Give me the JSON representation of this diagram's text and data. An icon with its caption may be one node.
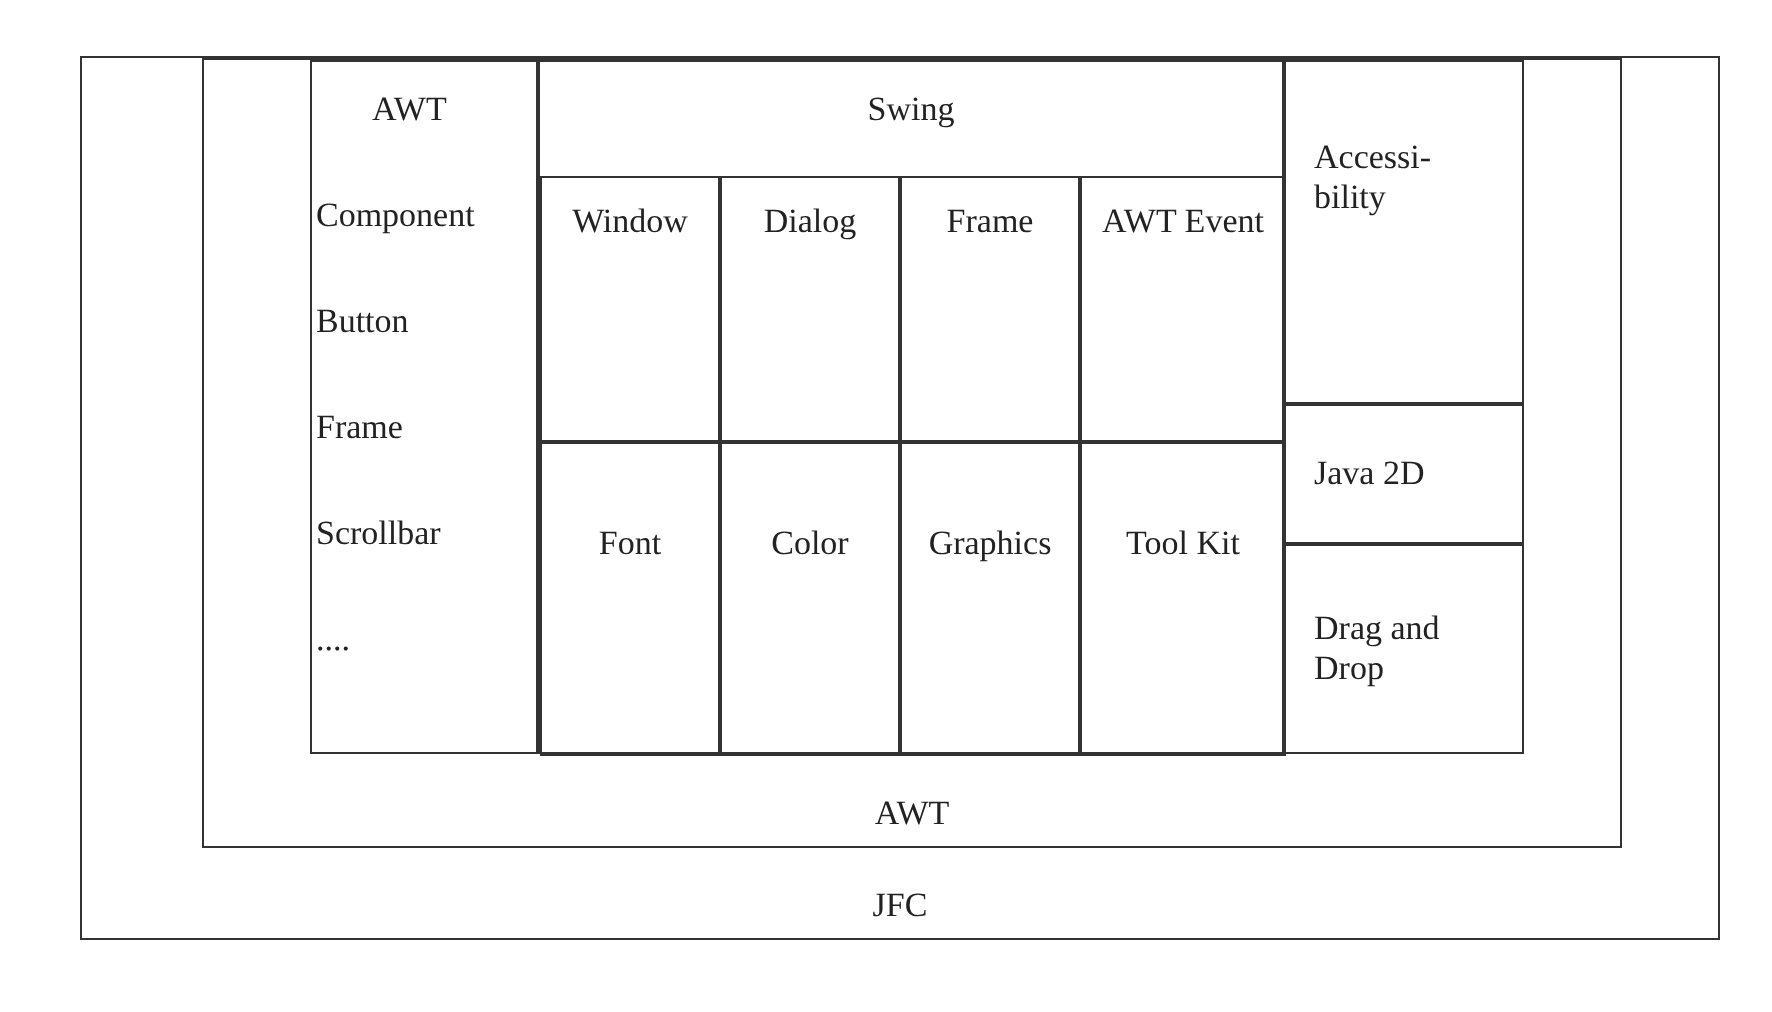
{
  "diagram": {
    "nodes": [
      {
        "text": [
          "JFC"
        ]
      },
      {
        "text": [
          "AWT"
        ],
        "in": 0
      },
      {
        "text": [
          "AWT",
          "Component",
          "Button",
          "Frame",
          "Scrollbar",
          "...."
        ],
        "in": 1
      },
      {
        "text": [
          "Swing"
        ],
        "in": 1
      },
      {
        "text": [
          "Window"
        ],
        "in": 3
      },
      {
        "text": [
          "Dialog"
        ],
        "in": 3
      },
      {
        "text": [
          "Frame"
        ],
        "in": 3
      },
      {
        "text": [
          "AWT Event"
        ],
        "in": 3
      },
      {
        "text": [
          "Accessi-bility"
        ],
        "in": 1
      },
      {
        "text": [
          "Font"
        ],
        "in": 3
      },
      {
        "text": [
          "Color"
        ],
        "in": 3
      },
      {
        "text": [
          "Graphics"
        ],
        "in": 3
      },
      {
        "text": [
          "Tool Kit"
        ],
        "in": 3
      },
      {
        "text": [
          "Java 2D"
        ],
        "in": 1
      },
      {
        "text": [
          "Drag and Drop"
        ],
        "in": 1
      }
    ]
  }
}
